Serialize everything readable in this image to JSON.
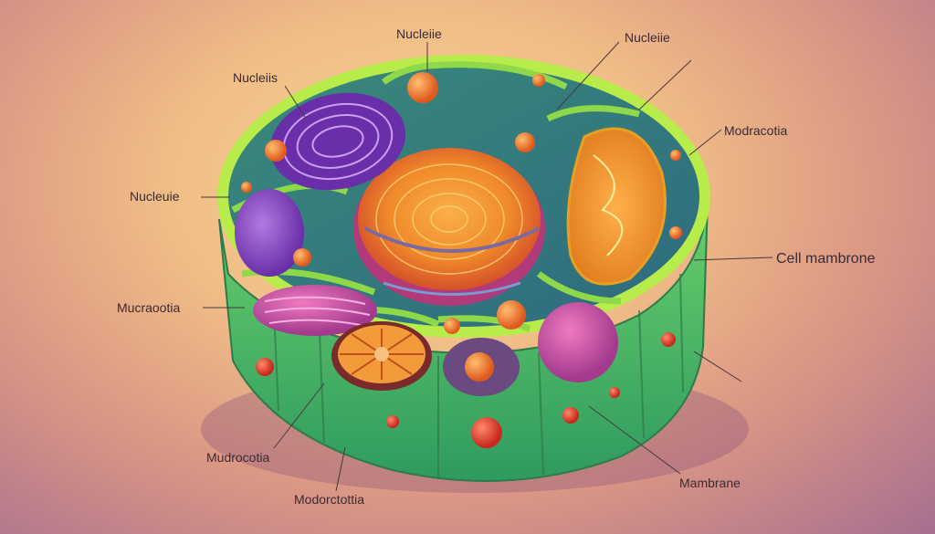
{
  "labels": {
    "top_center": "Nucleiie",
    "top_right": "Nucleiie",
    "upper_left": "Nucleiis",
    "right_mid": "Modracotia",
    "left_mid": "Nucleuie",
    "right_big": "Cell mambrone",
    "left_lower": "Mucraootia",
    "bottom_left": "Mudrocotia",
    "bottom_center": "Modorctottia",
    "bottom_right": "Mambrane"
  },
  "colors": {
    "cell_wall": "#56c25a",
    "cell_rim": "#b8ec4a",
    "nucleus": "#f08a2a",
    "organelle_purple": "#8a46c0",
    "organelle_pink": "#c04aa0",
    "accent_orange": "#f07a2a"
  }
}
